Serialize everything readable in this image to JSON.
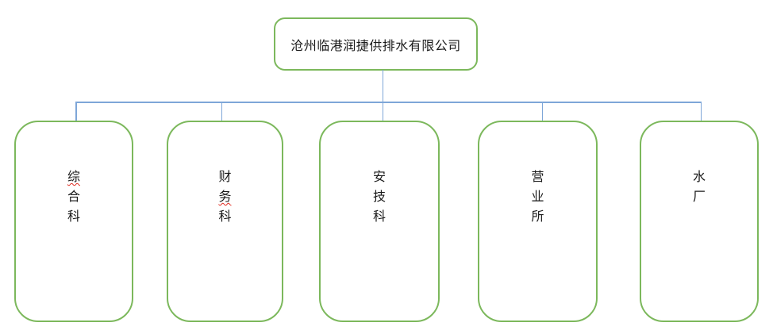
{
  "org_chart": {
    "root": {
      "label": "沧州临港润捷供排水有限公司"
    },
    "departments": [
      {
        "label": "综合科",
        "chars": [
          "综",
          "合",
          "科"
        ],
        "spellcheck_underline_chars": [
          "综"
        ]
      },
      {
        "label": "财务科",
        "chars": [
          "财",
          "务",
          "科"
        ],
        "spellcheck_underline_chars": [
          "务"
        ]
      },
      {
        "label": "安技科",
        "chars": [
          "安",
          "技",
          "科"
        ],
        "spellcheck_underline_chars": []
      },
      {
        "label": "营业所",
        "chars": [
          "营",
          "业",
          "所"
        ],
        "spellcheck_underline_chars": []
      },
      {
        "label": "水厂",
        "chars": [
          "水",
          "厂"
        ],
        "spellcheck_underline_chars": []
      }
    ]
  },
  "colors": {
    "box_border_green": "#7cb85c",
    "connector_blue": "#7ea6d8",
    "text": "#1a1a1a",
    "spellcheck_red": "#e02b20"
  }
}
